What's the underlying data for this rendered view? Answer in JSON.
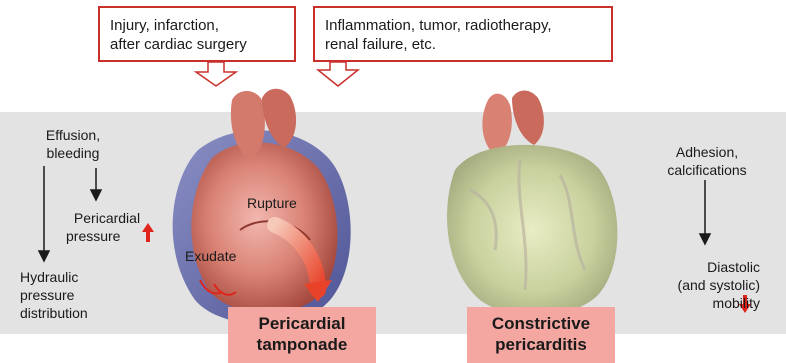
{
  "causes": {
    "left": [
      "Injury, infarction,",
      "after cardiac surgery"
    ],
    "right": [
      "Inflammation, tumor, radiotherapy,",
      "renal failure, etc."
    ]
  },
  "tamponade": {
    "effusion": [
      "Effusion,",
      "bleeding"
    ],
    "pressure": [
      "Pericardial",
      "pressure"
    ],
    "hydraulic": [
      "Hydraulic",
      "pressure",
      "distribution"
    ],
    "rupture": "Rupture",
    "exudate": "Exudate",
    "name": [
      "Pericardial",
      "tamponade"
    ]
  },
  "constrictive": {
    "adhesion": [
      "Adhesion,",
      "calcifications"
    ],
    "mobility": [
      "Diastolic",
      "(and systolic)",
      "mobility"
    ],
    "name": [
      "Constrictive",
      "pericarditis"
    ]
  },
  "colors": {
    "accent": "#c9302c",
    "arrow_red": "#e0241b",
    "name_box": "#f4a6a0",
    "band": "#e3e3e3"
  }
}
